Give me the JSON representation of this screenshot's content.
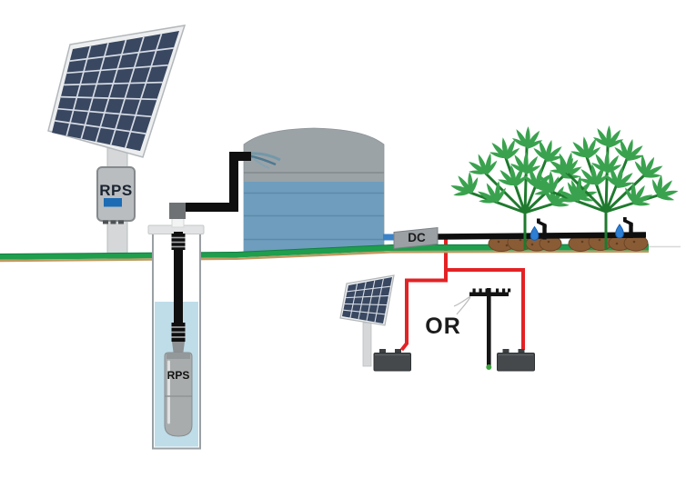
{
  "diagram": {
    "labels": {
      "controller": "RPS",
      "pump": "RPS",
      "dc_box": "DC",
      "alternative_or": "OR"
    },
    "colors": {
      "panel_cell": "#394760",
      "panel_frame": "#eceeef",
      "ground_green": "#1f9e4d",
      "soil_tan": "#c09a62",
      "tank_gray": "#9ba3a7",
      "tank_water": "#6f9dbd",
      "well_water": "#bfdde9",
      "wire_red": "#e32225",
      "pipe_black": "#0f0f0f",
      "leaf_green": "#3aa24e",
      "stem_green": "#1f7a2e",
      "dirt_brown": "#8a5c36",
      "water_drop_blue": "#2d7fd4",
      "outlet_blue": "#3b82c8",
      "controller_blue": "#1b6cb5",
      "battery_gray": "#45494c"
    }
  }
}
